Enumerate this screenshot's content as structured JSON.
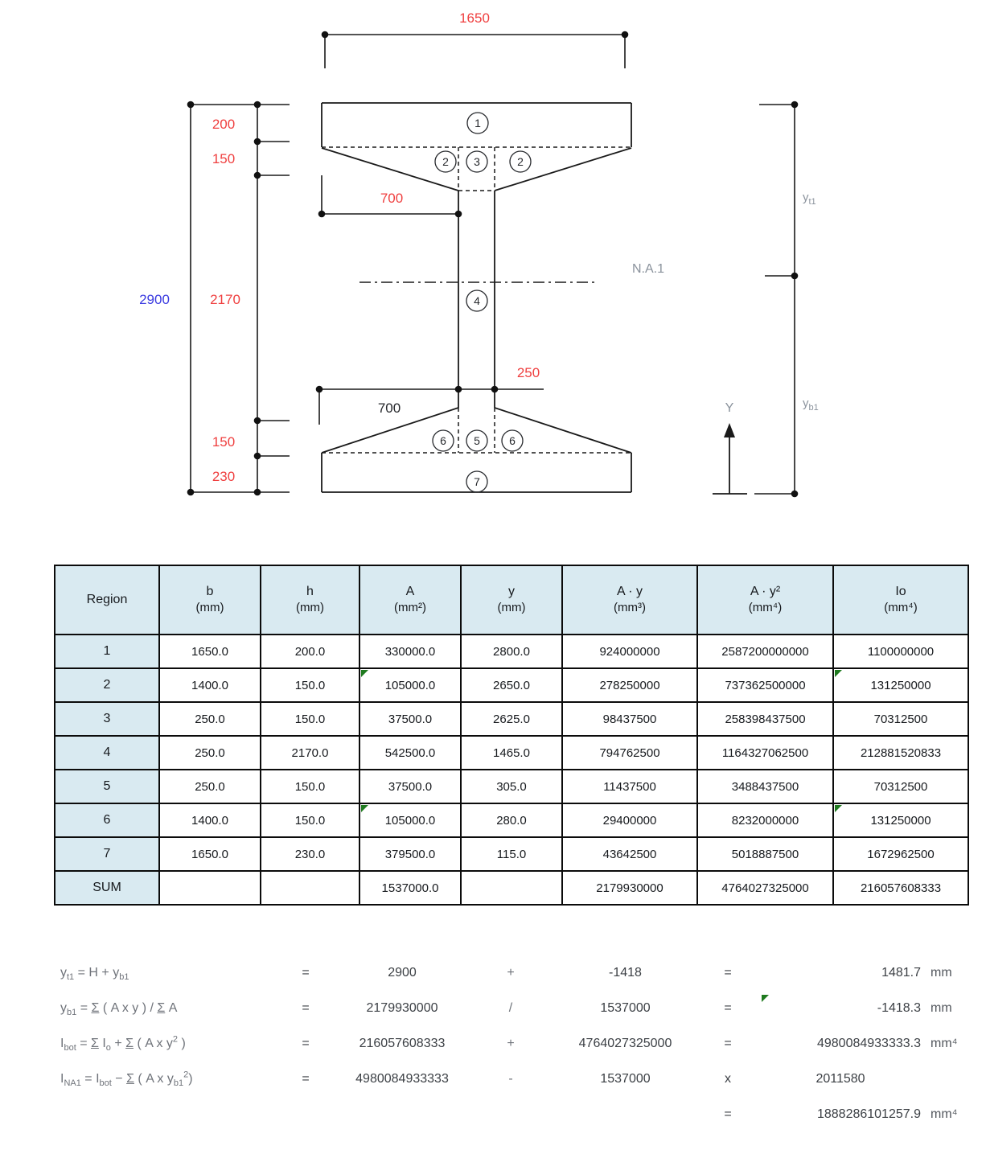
{
  "diagram": {
    "labels": {
      "top_width": "1650",
      "total_height": "2900",
      "top_flange_h": "200",
      "top_taper_h": "150",
      "web_h": "2170",
      "bottom_taper_h": "150",
      "bottom_flange_h": "230",
      "top_taper_w": "700",
      "web_w": "250",
      "bottom_taper_w": "700",
      "neutral_axis": "N.A.1",
      "y_axis": "Y",
      "yt1": {
        "base": "y",
        "sub": "t1"
      },
      "yb1": {
        "base": "y",
        "sub": "b1"
      }
    },
    "regions": [
      "1",
      "2",
      "3",
      "2",
      "4",
      "6",
      "5",
      "6",
      "7"
    ],
    "colors": {
      "dimension_red": "#ef3f3f",
      "total_blue": "#3a3ae0",
      "axis_gray": "#8a929c",
      "line_black": "#1a1a1a",
      "marker_green": "#1f7a1f",
      "header_blue": "#d9eaf1"
    }
  },
  "table": {
    "headers": [
      [
        "Region",
        ""
      ],
      [
        "b",
        "(mm)"
      ],
      [
        "h",
        "(mm)"
      ],
      [
        "A",
        "(mm²)"
      ],
      [
        "y",
        "(mm)"
      ],
      [
        "A · y",
        "(mm³)"
      ],
      [
        "A · y²",
        "(mm⁴)"
      ],
      [
        "Io",
        "(mm⁴)"
      ]
    ],
    "rows": [
      {
        "region": "1",
        "b": "1650.0",
        "h": "200.0",
        "A": "330000.0",
        "y": "2800.0",
        "Ay": "924000000",
        "Ay2": "2587200000000",
        "Io": "1100000000",
        "flags": []
      },
      {
        "region": "2",
        "b": "1400.0",
        "h": "150.0",
        "A": "105000.0",
        "y": "2650.0",
        "Ay": "278250000",
        "Ay2": "737362500000",
        "Io": "131250000",
        "flags": [
          "A",
          "Io"
        ]
      },
      {
        "region": "3",
        "b": "250.0",
        "h": "150.0",
        "A": "37500.0",
        "y": "2625.0",
        "Ay": "98437500",
        "Ay2": "258398437500",
        "Io": "70312500",
        "flags": []
      },
      {
        "region": "4",
        "b": "250.0",
        "h": "2170.0",
        "A": "542500.0",
        "y": "1465.0",
        "Ay": "794762500",
        "Ay2": "1164327062500",
        "Io": "212881520833",
        "flags": []
      },
      {
        "region": "5",
        "b": "250.0",
        "h": "150.0",
        "A": "37500.0",
        "y": "305.0",
        "Ay": "11437500",
        "Ay2": "3488437500",
        "Io": "70312500",
        "flags": []
      },
      {
        "region": "6",
        "b": "1400.0",
        "h": "150.0",
        "A": "105000.0",
        "y": "280.0",
        "Ay": "29400000",
        "Ay2": "8232000000",
        "Io": "131250000",
        "flags": [
          "A",
          "Io"
        ]
      },
      {
        "region": "7",
        "b": "1650.0",
        "h": "230.0",
        "A": "379500.0",
        "y": "115.0",
        "Ay": "43642500",
        "Ay2": "5018887500",
        "Io": "1672962500",
        "flags": []
      },
      {
        "region": "SUM",
        "b": "",
        "h": "",
        "A": "1537000.0",
        "y": "",
        "Ay": "2179930000",
        "Ay2": "4764027325000",
        "Io": "216057608333",
        "flags": []
      }
    ]
  },
  "formulas": {
    "rows": [
      {
        "label": [
          {
            "t": "y"
          },
          {
            "t": "t1",
            "s": "sub"
          },
          {
            "t": " = H + y"
          },
          {
            "t": "b1",
            "s": "sub"
          }
        ],
        "eq": "=",
        "v1": "2900",
        "op": "+",
        "v2": "-1418",
        "eq2": "=",
        "result": "1481.7",
        "unit": "mm",
        "marker": false
      },
      {
        "label": [
          {
            "t": "y"
          },
          {
            "t": "b1",
            "s": "sub"
          },
          {
            "t": " = "
          },
          {
            "t": "Σ",
            "s": "u"
          },
          {
            "t": " ( A x y ) / "
          },
          {
            "t": "Σ",
            "s": "u"
          },
          {
            "t": " A"
          }
        ],
        "eq": "=",
        "v1": "2179930000",
        "op": "/",
        "v2": "1537000",
        "eq2": "=",
        "result": "-1418.3",
        "unit": "mm",
        "marker": true
      },
      {
        "label": [
          {
            "t": "I"
          },
          {
            "t": "bot",
            "s": "sub"
          },
          {
            "t": " = "
          },
          {
            "t": "Σ",
            "s": "u"
          },
          {
            "t": " I"
          },
          {
            "t": "o",
            "s": "sub"
          },
          {
            "t": " + "
          },
          {
            "t": "Σ",
            "s": "u"
          },
          {
            "t": " ( A x y"
          },
          {
            "t": "2",
            "s": "sup"
          },
          {
            "t": " )"
          }
        ],
        "eq": "=",
        "v1": "216057608333",
        "op": "+",
        "v2": "4764027325000",
        "eq2": "=",
        "result": "4980084933333.3",
        "unit": "mm⁴",
        "marker": false
      },
      {
        "label": [
          {
            "t": "I"
          },
          {
            "t": "NA1",
            "s": "sub"
          },
          {
            "t": " = I"
          },
          {
            "t": "bot",
            "s": "sub"
          },
          {
            "t": " − "
          },
          {
            "t": "Σ",
            "s": "u"
          },
          {
            "t": " ( A x y"
          },
          {
            "t": "b1",
            "s": "sub"
          },
          {
            "t": "2",
            "s": "sup"
          },
          {
            "t": ")"
          }
        ],
        "eq": "=",
        "v1": "4980084933333",
        "op": "-",
        "v2": "1537000",
        "eq2": "x",
        "result": "2011580",
        "unit": "",
        "marker": false,
        "result_align": "center"
      },
      {
        "label": [],
        "eq": "",
        "v1": "",
        "op": "",
        "v2": "",
        "eq2": "=",
        "result": "1888286101257.9",
        "unit": "mm⁴",
        "marker": false
      }
    ]
  }
}
